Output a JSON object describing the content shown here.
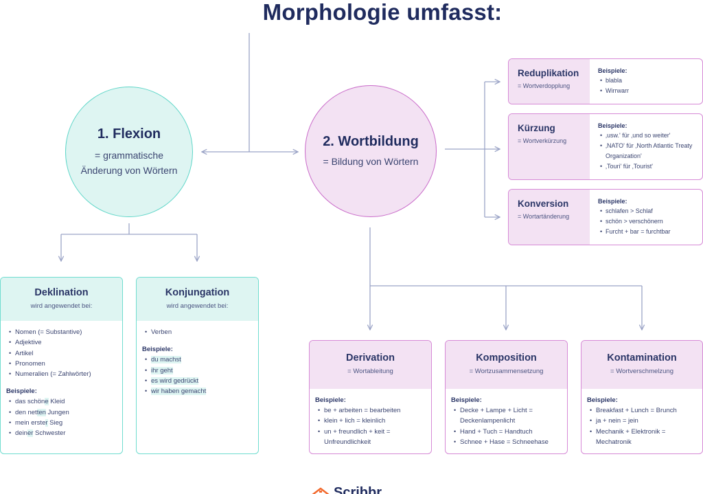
{
  "title": "Morphologie umfasst:",
  "colors": {
    "navy": "#1f2b5e",
    "teal_fill": "#def5f2",
    "teal_border": "#5ed6c8",
    "pink_fill": "#f3e2f3",
    "pink_border": "#c96ac9",
    "connector": "#9aa3c6",
    "logo_orange": "#f26a2e"
  },
  "flexion": {
    "title": "1. Flexion",
    "subtitle_line1": "= grammatische",
    "subtitle_line2": "Änderung von Wörtern"
  },
  "wortbildung": {
    "title": "2. Wortbildung",
    "subtitle": "= Bildung von Wörtern"
  },
  "examples_label": "Beispiele:",
  "deklination": {
    "title": "Deklination",
    "subtitle": "wird angewendet bei:",
    "applies_to": [
      "Nomen (= Substantive)",
      "Adjektive",
      "Artikel",
      "Pronomen",
      "Numeralien (= Zahlwörter)"
    ],
    "examples": [
      {
        "parts": [
          "das schön",
          "e",
          " Kleid"
        ]
      },
      {
        "parts": [
          "den net",
          "ten",
          " Jungen"
        ]
      },
      {
        "parts": [
          "mein erste",
          "r",
          " Sieg"
        ]
      },
      {
        "parts": [
          "dein",
          "er",
          " Schwester"
        ]
      }
    ]
  },
  "konjugation": {
    "title": "Konjungation",
    "subtitle": "wird angewendet bei:",
    "applies_to": [
      "Verben"
    ],
    "examples": [
      "du machst",
      "ihr geht",
      "es wird gedrückt",
      "wir haben gemacht"
    ]
  },
  "reduplikation": {
    "title": "Reduplikation",
    "subtitle": "= Wortverdopplung",
    "examples": [
      "blabla",
      "Wirrwarr"
    ]
  },
  "kuerzung": {
    "title": "Kürzung",
    "subtitle": "= Wortverkürzung",
    "examples": [
      "‚usw.' für ‚und so weiter'",
      "‚NATO' für ‚North Atlantic Treaty Organization'",
      "‚Touri' für ‚Tourist'"
    ]
  },
  "konversion": {
    "title": "Konversion",
    "subtitle": "= Wortartänderung",
    "examples": [
      "schlafen > Schlaf",
      "schön > verschönern",
      "Furcht + bar = furchtbar"
    ]
  },
  "derivation": {
    "title": "Derivation",
    "subtitle": "= Wortableitung",
    "examples": [
      "be + arbeiten = bearbeiten",
      "klein + lich = kleinlich",
      "un + freundlich + keit = Unfreundlichkeit"
    ]
  },
  "komposition": {
    "title": "Komposition",
    "subtitle": "= Wortzusammensetzung",
    "examples": [
      "Decke + Lampe + Licht = Deckenlampenlicht",
      "Hand + Tuch = Handtuch",
      "Schnee + Hase = Schneehase"
    ]
  },
  "kontamination": {
    "title": "Kontamination",
    "subtitle": "= Wortverschmelzung",
    "examples": [
      "Breakfast + Lunch = Brunch",
      "ja + nein = jein",
      "Mechanik + Elektronik = Mechatronik"
    ]
  },
  "logo": {
    "text": "Scribbr",
    "icon": "graduation-house-icon"
  }
}
